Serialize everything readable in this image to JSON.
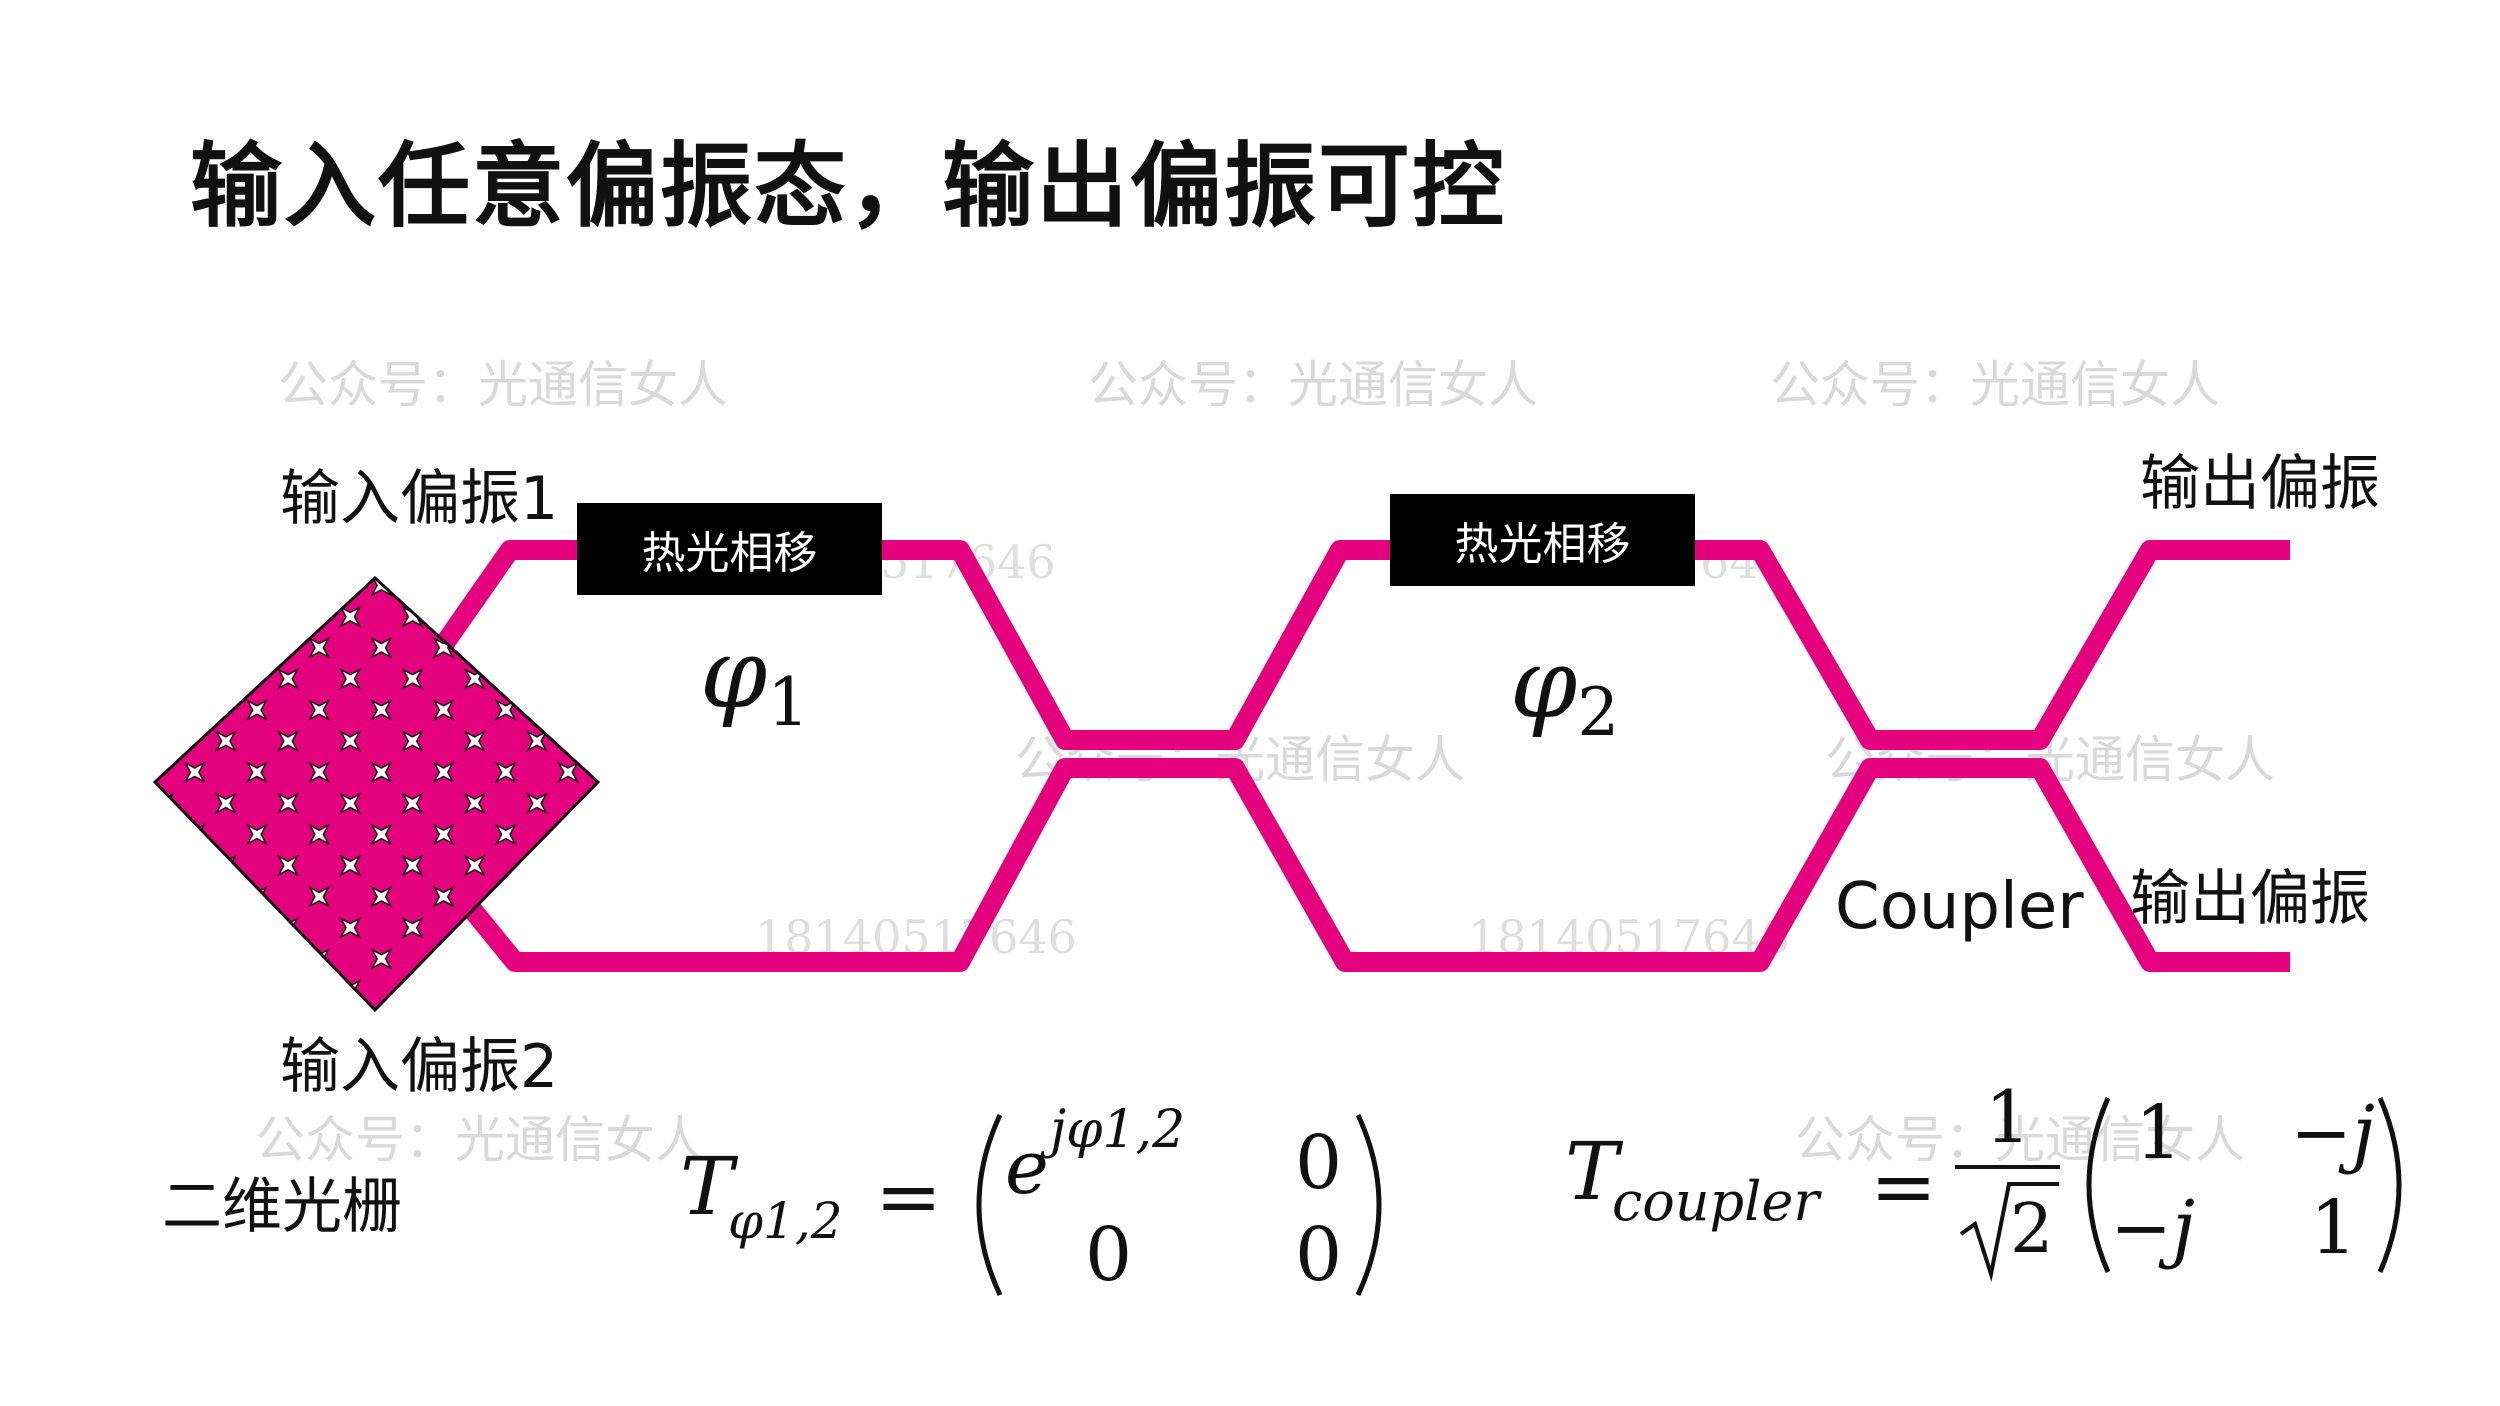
{
  "title": "输入任意偏振态，输出偏振可控",
  "watermarks": {
    "account": "公众号：光通信女人",
    "number": "18140517646",
    "partial_top_1": "517646",
    "partial_top_2": "64"
  },
  "labels": {
    "input_pol_1": "输入偏振1",
    "input_pol_2": "输入偏振2",
    "output_pol_top": "输出偏振",
    "output_pol_bottom": "输出偏振",
    "coupler": "Coupler",
    "grating": "二维光栅"
  },
  "phase_shifters": [
    {
      "label": "热光相移",
      "symbol": "φ",
      "index": "1"
    },
    {
      "label": "热光相移",
      "symbol": "φ",
      "index": "2"
    }
  ],
  "equations": {
    "phase": {
      "T": "T",
      "sub": "φ1,2",
      "eq": "=",
      "m11_base": "e",
      "m11_sup": "jφ1,2",
      "m12": "0",
      "m21": "0",
      "m22": "0"
    },
    "coupler": {
      "T": "T",
      "sub": "coupler",
      "eq": "=",
      "frac_num": "1",
      "frac_den": "2",
      "m11": "1",
      "m12": "−j",
      "m21": "−j",
      "m22": "1"
    }
  },
  "colors": {
    "waveguide": "#e5007e",
    "phase_box": "#000000",
    "watermark": "#d9d9d9"
  }
}
